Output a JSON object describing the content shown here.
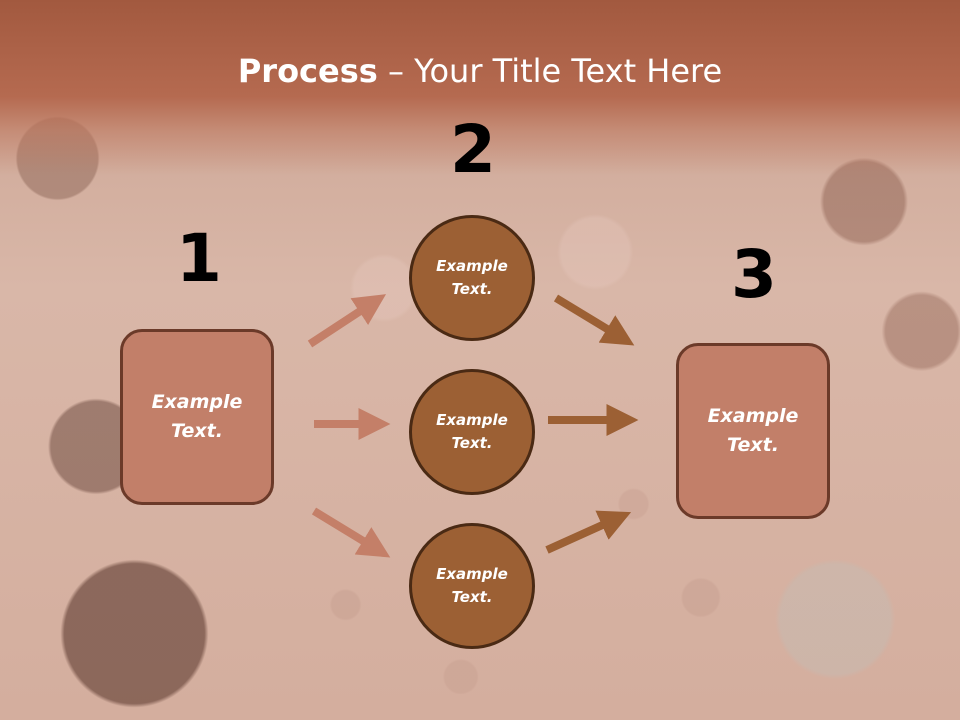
{
  "slide": {
    "title_bold": "Process",
    "title_rest": " – Your Title Text Here"
  },
  "steps": [
    {
      "number": "1",
      "label": "Example\nText."
    },
    {
      "number": "2",
      "label": "Example\nText."
    },
    {
      "number": "3",
      "label": "Example\nText."
    }
  ],
  "circles": [
    {
      "label": "Example\nText."
    },
    {
      "label": "Example\nText."
    },
    {
      "label": "Example\nText."
    }
  ],
  "colors": {
    "banner": "#b56a50",
    "box_fill": "#c27f69",
    "box_border": "#6b3a29",
    "circle_fill": "#9c6034",
    "circle_border": "#4a2a14",
    "arrow_left": "#c47f68",
    "arrow_right": "#9c6034"
  }
}
